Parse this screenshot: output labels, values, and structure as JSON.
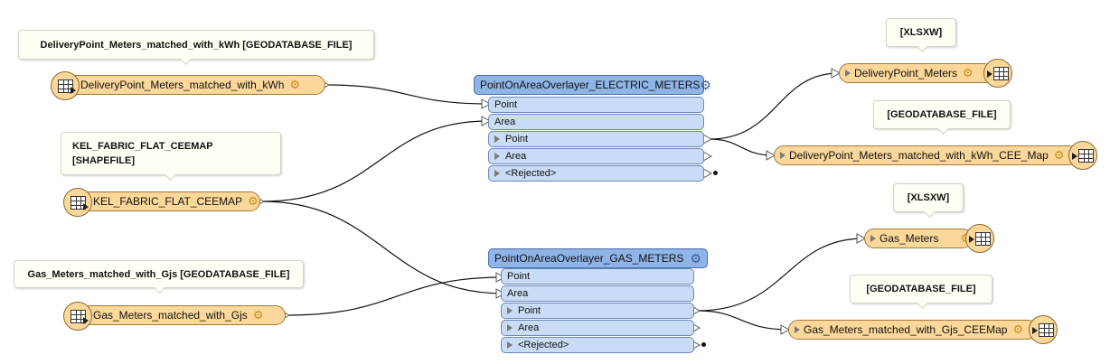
{
  "callouts": {
    "delivery_reader": "DeliveryPoint_Meters_matched_with_kWh  [GEODATABASE_FILE]",
    "kel_reader_line1": "KEL_FABRIC_FLAT_CEEMAP",
    "kel_reader_line2": "[SHAPEFILE]",
    "gas_reader": "Gas_Meters_matched_with_Gjs [GEODATABASE_FILE]",
    "xlsxw_top": "[XLSXW]",
    "gdb_top": "[GEODATABASE_FILE]",
    "xlsxw_bottom": "[XLSXW]",
    "gdb_bottom": "[GEODATABASE_FILE]"
  },
  "readers": {
    "delivery": "DeliveryPoint_Meters_matched_with_kWh",
    "kel": "KEL_FABRIC_FLAT_CEEMAP",
    "gas": "Gas_Meters_matched_with_Gjs"
  },
  "transformers": {
    "electric": {
      "title": "PointOnAreaOverlayer_ELECTRIC_METERS",
      "in_point": "Point",
      "in_area": "Area",
      "out_point": "Point",
      "out_area": "Area",
      "out_rejected": "<Rejected>"
    },
    "gas": {
      "title": "PointOnAreaOverlayer_GAS_METERS",
      "in_point": "Point",
      "in_area": "Area",
      "out_point": "Point",
      "out_area": "Area",
      "out_rejected": "<Rejected>"
    }
  },
  "writers": {
    "delivery_meters": "DeliveryPoint_Meters",
    "delivery_cee": "DeliveryPoint_Meters_matched_with_kWh_CEE_Map",
    "gas_meters": "Gas_Meters",
    "gas_cee": "Gas_Meters_matched_with_Gjs_CEEMap"
  },
  "icons": {
    "gear": "⚙",
    "table": "table-icon",
    "port_arrow": "triangle-right-icon"
  },
  "colors": {
    "feature_type": "#fbd79a",
    "transformer_header": "#8fb4e8",
    "transformer_port": "#c8dcf5",
    "connection": "#111111"
  }
}
